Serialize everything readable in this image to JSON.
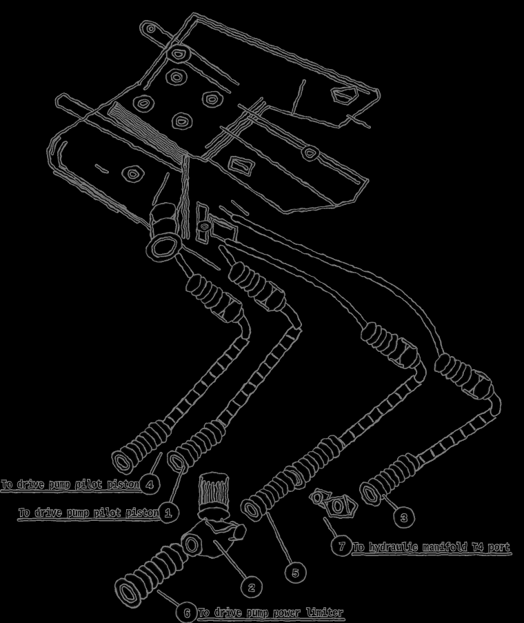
{
  "figure": {
    "background_color": "#000000",
    "line_color": "#0a0a0a",
    "halo_color": "#7d7d7d",
    "type": "hydraulic hose routing parts diagram"
  },
  "callouts": [
    {
      "num": "4",
      "label": "To drive pump pilot piston"
    },
    {
      "num": "1",
      "label": "To drive pump pilot piston"
    },
    {
      "num": "2",
      "label": ""
    },
    {
      "num": "5",
      "label": ""
    },
    {
      "num": "3",
      "label": ""
    },
    {
      "num": "7",
      "label": "To hydraulic manifold T4 port"
    },
    {
      "num": "6",
      "label": "To drive pump power limiter"
    }
  ]
}
